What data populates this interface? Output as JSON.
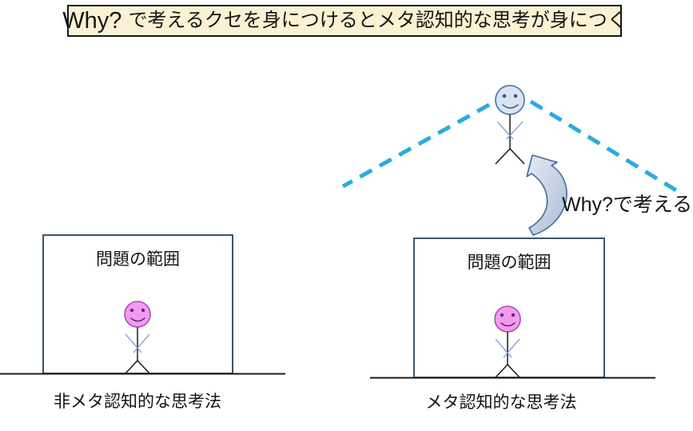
{
  "title": {
    "latin": "Why?",
    "text": "で考えるクセを身につけるとメタ認知的な思考が身につく"
  },
  "diagrams": {
    "left": {
      "box_label": "問題の範囲",
      "caption": "非メタ認知的な思考法",
      "figure_icon": "pink-stick-person-icon"
    },
    "right": {
      "box_label": "問題の範囲",
      "caption": "メタ認知的な思考法",
      "figure_icon": "pink-stick-person-icon",
      "meta_figure_icon": "blue-stick-person-icon",
      "view_lines_icon": "dashed-view-cone-icon",
      "arrow_icon": "curved-up-arrow-icon",
      "arrow_label": "Why?で考える"
    }
  },
  "colors": {
    "title_background": "#fbf2d4",
    "title_border": "#141414",
    "box_border": "#3a546e",
    "ground_line": "#1c1c1c",
    "dashed_line": "#29abe2",
    "blue_head_fill": "#d9e4f3",
    "blue_head_outline": "#4472a4",
    "pink_head_fill": "#f49bef",
    "pink_head_outline": "#a050b4",
    "figure_arms": "#7b97cc",
    "arrow_fill_light": "#e3eaf4",
    "arrow_fill_dark": "#abbed8",
    "arrow_outline": "#44689e"
  }
}
